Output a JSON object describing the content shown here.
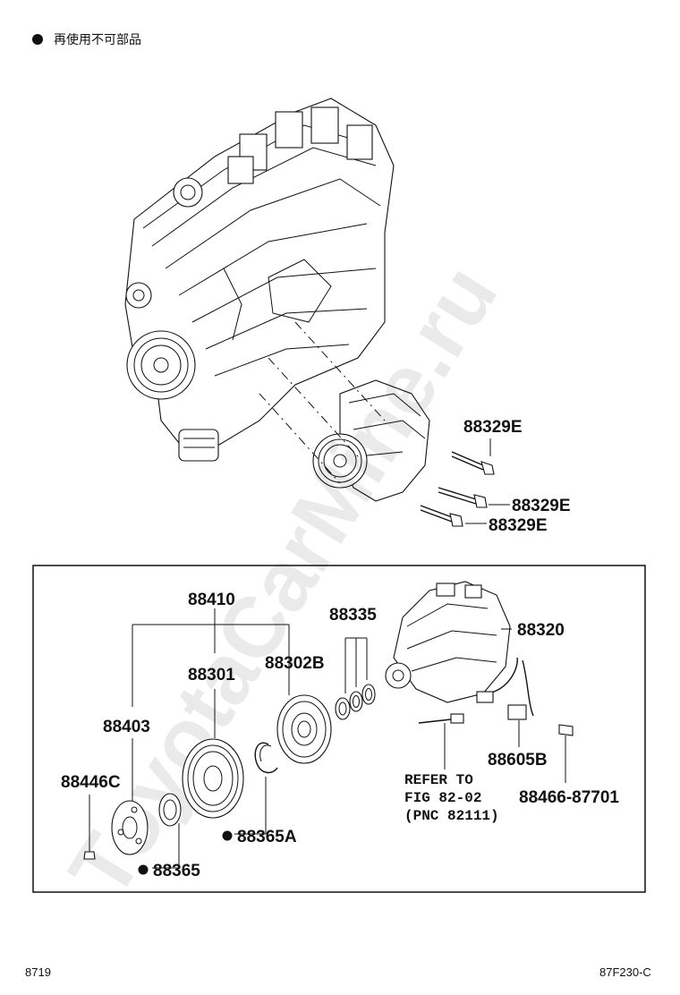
{
  "legend": {
    "bullet_text": "再使用不可部品"
  },
  "watermark": "ToyotaCarMine.ru",
  "labels": {
    "p88329e_1": "88329E",
    "p88329e_2": "88329E",
    "p88329e_3": "88329E",
    "p88410": "88410",
    "p88335": "88335",
    "p88320": "88320",
    "p88301": "88301",
    "p88302b": "88302B",
    "p88403": "88403",
    "p88446c": "88446C",
    "p88365a": "88365A",
    "p88365": "88365",
    "p88605b": "88605B",
    "p88466": "88466-87701",
    "refer_1": "REFER TO",
    "refer_2": "FIG 82-02",
    "refer_3": "(PNC 82111)"
  },
  "footer": {
    "left": "8719",
    "right": "87F230-C"
  }
}
